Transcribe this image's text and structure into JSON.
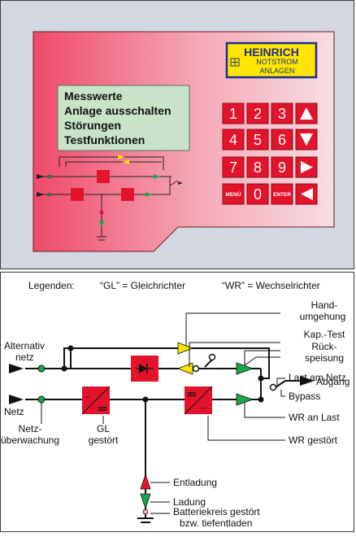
{
  "panel": {
    "logo": {
      "brand": "HEINRICH",
      "line1": "NOTSTROM",
      "line2": "ANLAGEN"
    },
    "display_lines": [
      "Messwerte",
      "Anlage ausschalten",
      "Störungen",
      "Testfunktionen"
    ],
    "keypad": {
      "row1": [
        "1",
        "2",
        "3"
      ],
      "row2": [
        "4",
        "5",
        "6"
      ],
      "row3": [
        "7",
        "8",
        "9"
      ],
      "row4": [
        "MENÜ",
        "0",
        "ENTER"
      ],
      "arrows": [
        "▲",
        "▼",
        "►",
        "◄"
      ]
    }
  },
  "legend": {
    "prefix": "Legenden:",
    "gl": "“GL” = Gleichrichter",
    "wr": "“WR” = Wechselrichter"
  },
  "diagram": {
    "labels": {
      "hand1": "Hand-",
      "hand2": "umgehung",
      "kap": "Kap.-Test",
      "rueck1": "Rück-",
      "rueck2": "speisung",
      "alt1": "Alternativ",
      "alt2": "netz",
      "last_am_netz": "Last am Netz",
      "abgang": "Abgang",
      "bypass": "Bypass",
      "netz": "Netz",
      "wr_an_last": "WR an Last",
      "wr_gestoert": "WR gestört",
      "netzueb1": "Netz-",
      "netzueb2": "überwachung",
      "gl1": "GL",
      "gl2": "gestört",
      "entladung": "Entladung",
      "ladung": "Ladung",
      "batt1": "Batteriekreis gestört",
      "batt2": "bzw. tiefentladen"
    }
  },
  "colors": {
    "panel_bg": "#d2d7e1",
    "faceplate_left": "#ef4a69",
    "faceplate_right": "#f6d6dc",
    "display_bg": "#c8e3c8",
    "key_red": "#e3132c",
    "logo_blue": "#1c2f8c",
    "logo_yellow": "#ffe600",
    "arrow_yellow": "#ffe600",
    "arrow_green": "#1aa64a",
    "block_red": "#e3132c"
  }
}
